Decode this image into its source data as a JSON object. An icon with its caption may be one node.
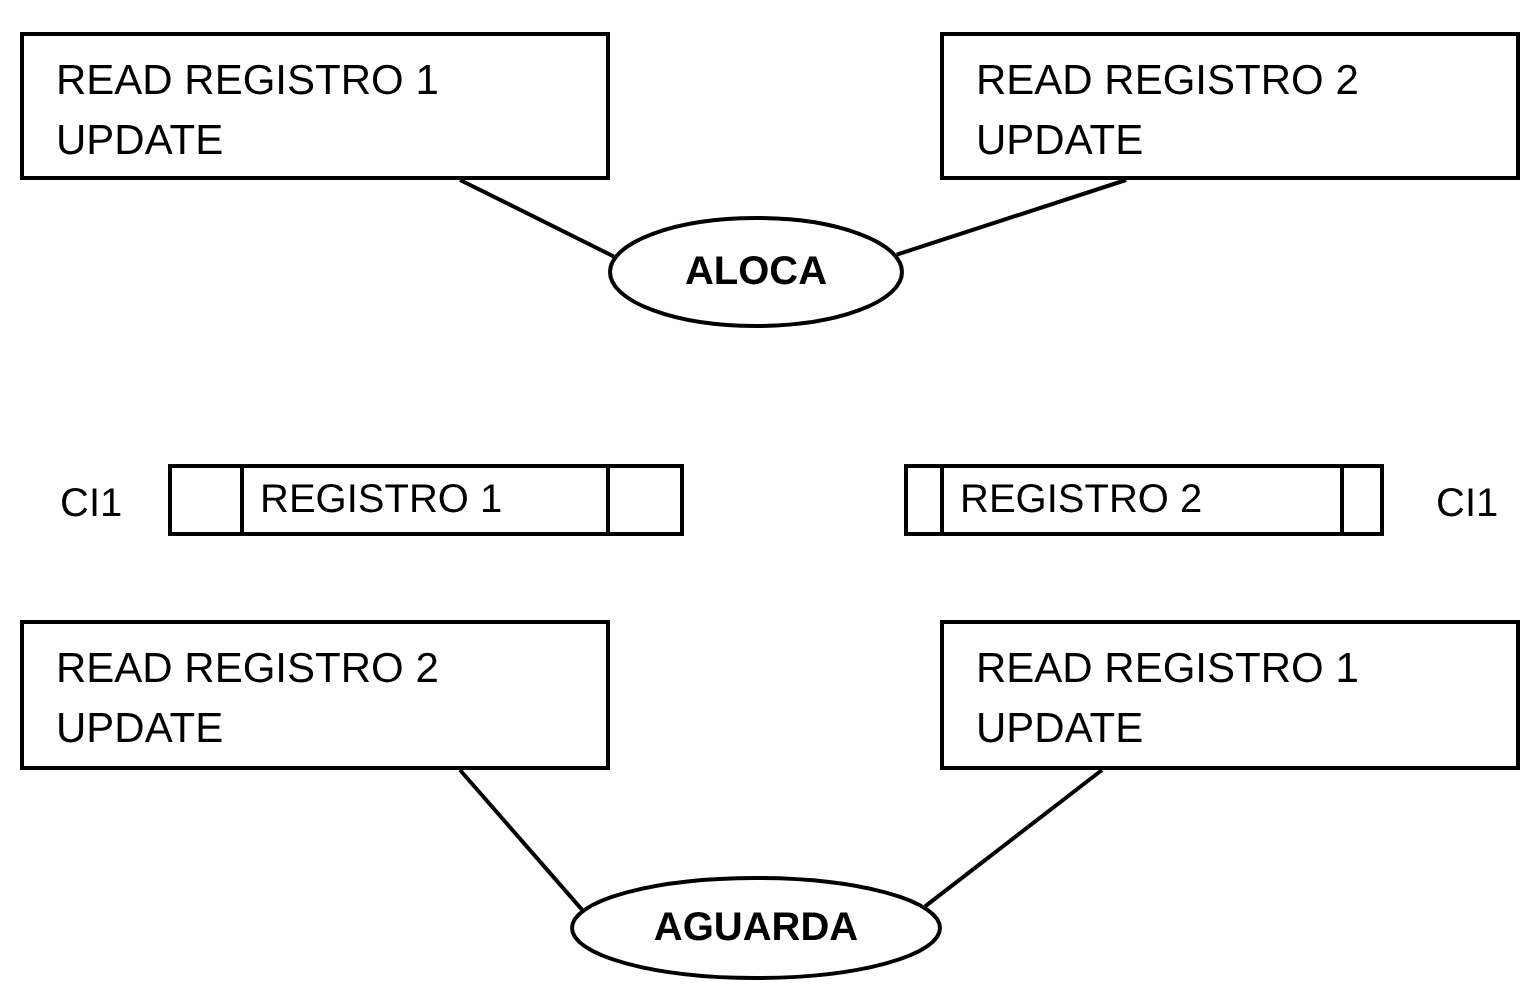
{
  "diagram": {
    "nodes": [
      {
        "text": [
          "READ REGISTRO 1",
          "UPDATE"
        ]
      },
      {
        "text": [
          "READ REGISTRO 2",
          "UPDATE"
        ]
      },
      {
        "text": [
          "ALOCA"
        ]
      },
      {
        "text": [
          "REGISTRO 1"
        ]
      },
      {
        "text": [
          "REGISTRO 2"
        ]
      },
      {
        "text": [
          "READ REGISTRO 2",
          "UPDATE"
        ]
      },
      {
        "text": [
          "READ REGISTRO 1",
          "UPDATE"
        ]
      },
      {
        "text": [
          "AGUARDA"
        ]
      }
    ],
    "edges": [
      {
        "from": 0,
        "to": 2,
        "arrow": "none"
      },
      {
        "from": 1,
        "to": 2,
        "arrow": "none"
      },
      {
        "from": 5,
        "to": 7,
        "arrow": "none"
      },
      {
        "from": 6,
        "to": 7,
        "arrow": "none"
      }
    ],
    "labels": [
      "CI1",
      "CI1"
    ]
  }
}
